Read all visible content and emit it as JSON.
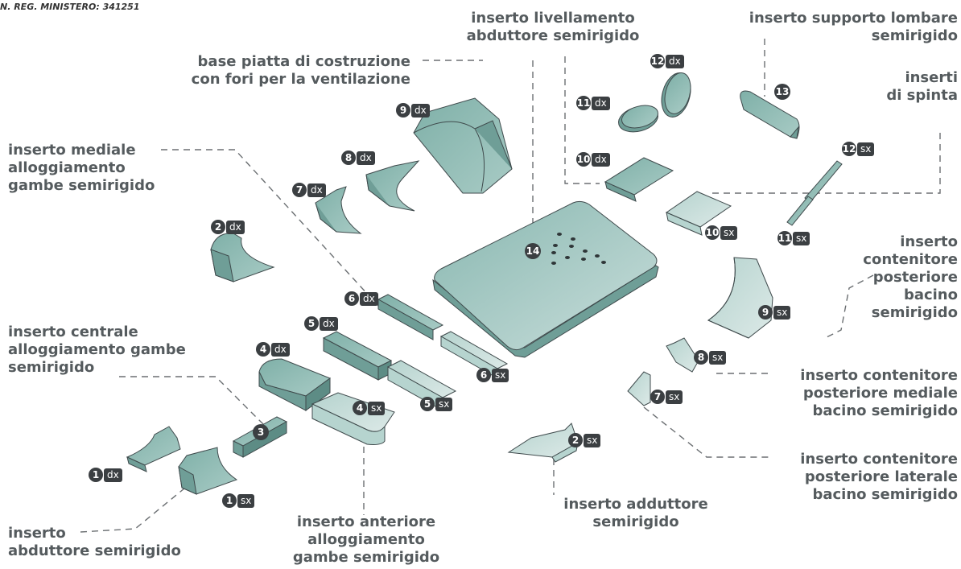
{
  "registration": "N. REG. MINISTERO: 341251",
  "labels": {
    "livellamento": [
      "inserto livellamento",
      "abduttore semirigido"
    ],
    "lombare": [
      "inserto supporto lombare",
      "semirigido"
    ],
    "spinta": [
      "inserti",
      "di spinta"
    ],
    "base": [
      "base piatta di costruzione",
      "con fori per la ventilazione"
    ],
    "mediale": [
      "inserto mediale",
      "alloggiamento",
      "gambe semirigido"
    ],
    "centrale": [
      "inserto centrale",
      "alloggiamento gambe",
      "semirigido"
    ],
    "abduttore": [
      "inserto",
      "abduttore semirigido"
    ],
    "anteriore": [
      "inserto anteriore",
      "alloggiamento",
      "gambe semirigido"
    ],
    "adduttore": [
      "inserto adduttore",
      "semirigido"
    ],
    "contenitore_posteriore": [
      "inserto",
      "contenitore",
      "posteriore",
      "bacino",
      "semirigido"
    ],
    "contenitore_mediale": [
      "inserto contenitore",
      "posteriore mediale",
      "bacino semirigido"
    ],
    "contenitore_laterale": [
      "inserto contenitore",
      "posteriore laterale",
      "bacino semirigido"
    ]
  },
  "tags": {
    "t12dx": {
      "num": "12",
      "side": "dx"
    },
    "t11dx": {
      "num": "11",
      "side": "dx"
    },
    "t9dx": {
      "num": "9",
      "side": "dx"
    },
    "t8dx": {
      "num": "8",
      "side": "dx"
    },
    "t7dx": {
      "num": "7",
      "side": "dx"
    },
    "t10dx": {
      "num": "10",
      "side": "dx"
    },
    "t12sx": {
      "num": "12",
      "side": "sx"
    },
    "t10sx": {
      "num": "10",
      "side": "sx"
    },
    "t11sx": {
      "num": "11",
      "side": "sx"
    },
    "t2dx": {
      "num": "2",
      "side": "dx"
    },
    "t6dx": {
      "num": "6",
      "side": "dx"
    },
    "t5dx": {
      "num": "5",
      "side": "dx"
    },
    "t4dx": {
      "num": "4",
      "side": "dx"
    },
    "t9sx": {
      "num": "9",
      "side": "sx"
    },
    "t8sx": {
      "num": "8",
      "side": "sx"
    },
    "t7sx": {
      "num": "7",
      "side": "sx"
    },
    "t6sx": {
      "num": "6",
      "side": "sx"
    },
    "t5sx": {
      "num": "5",
      "side": "sx"
    },
    "t4sx": {
      "num": "4",
      "side": "sx"
    },
    "t1dx": {
      "num": "1",
      "side": "dx"
    },
    "t1sx": {
      "num": "1",
      "side": "sx"
    },
    "t2sx": {
      "num": "2",
      "side": "sx"
    }
  },
  "badges": {
    "b13": "13",
    "b14": "14",
    "b3": "3"
  },
  "colors": {
    "fill": "#8fbcb5",
    "fill_light": "#b6d4cf",
    "fill_dark": "#6f9e97",
    "outline": "#3f4a4c",
    "leader": "#6b6f72",
    "badge": "#3b3f42"
  }
}
